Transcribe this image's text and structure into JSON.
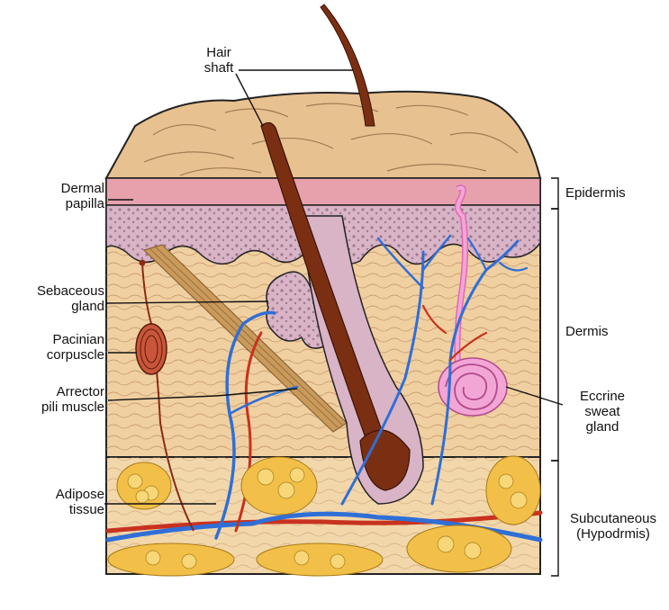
{
  "colors": {
    "epidermis": "#e7a1ad",
    "stratum": "#d9b3c6",
    "dermis": "#f0cfa0",
    "hypodermis": "#f2d7ab",
    "surface": "#e8c190",
    "hair": "#7b2f12",
    "artery": "#c8321f",
    "vein": "#2f6fd6",
    "fat": "#f2c048",
    "sweat_gland": "#f2a6d6",
    "outline": "#222222"
  },
  "labels": {
    "hair_shaft": [
      "Hair",
      "shaft"
    ],
    "dermal_papilla": [
      "Dermal",
      "papilla"
    ],
    "sebaceous_gland": [
      "Sebaceous",
      "gland"
    ],
    "pacinian_corpuscle": [
      "Pacinian",
      "corpuscle"
    ],
    "arrector_pili": [
      "Arrector",
      "pili muscle"
    ],
    "adipose_tissue": [
      "Adipose",
      "tissue"
    ],
    "epidermis": [
      "Epidermis"
    ],
    "dermis": [
      "Dermis"
    ],
    "eccrine_sweat_gland": [
      "Eccrine",
      "sweat",
      "gland"
    ],
    "subcutaneous": [
      "Subcutaneous",
      "(Hypodrmis)"
    ]
  }
}
